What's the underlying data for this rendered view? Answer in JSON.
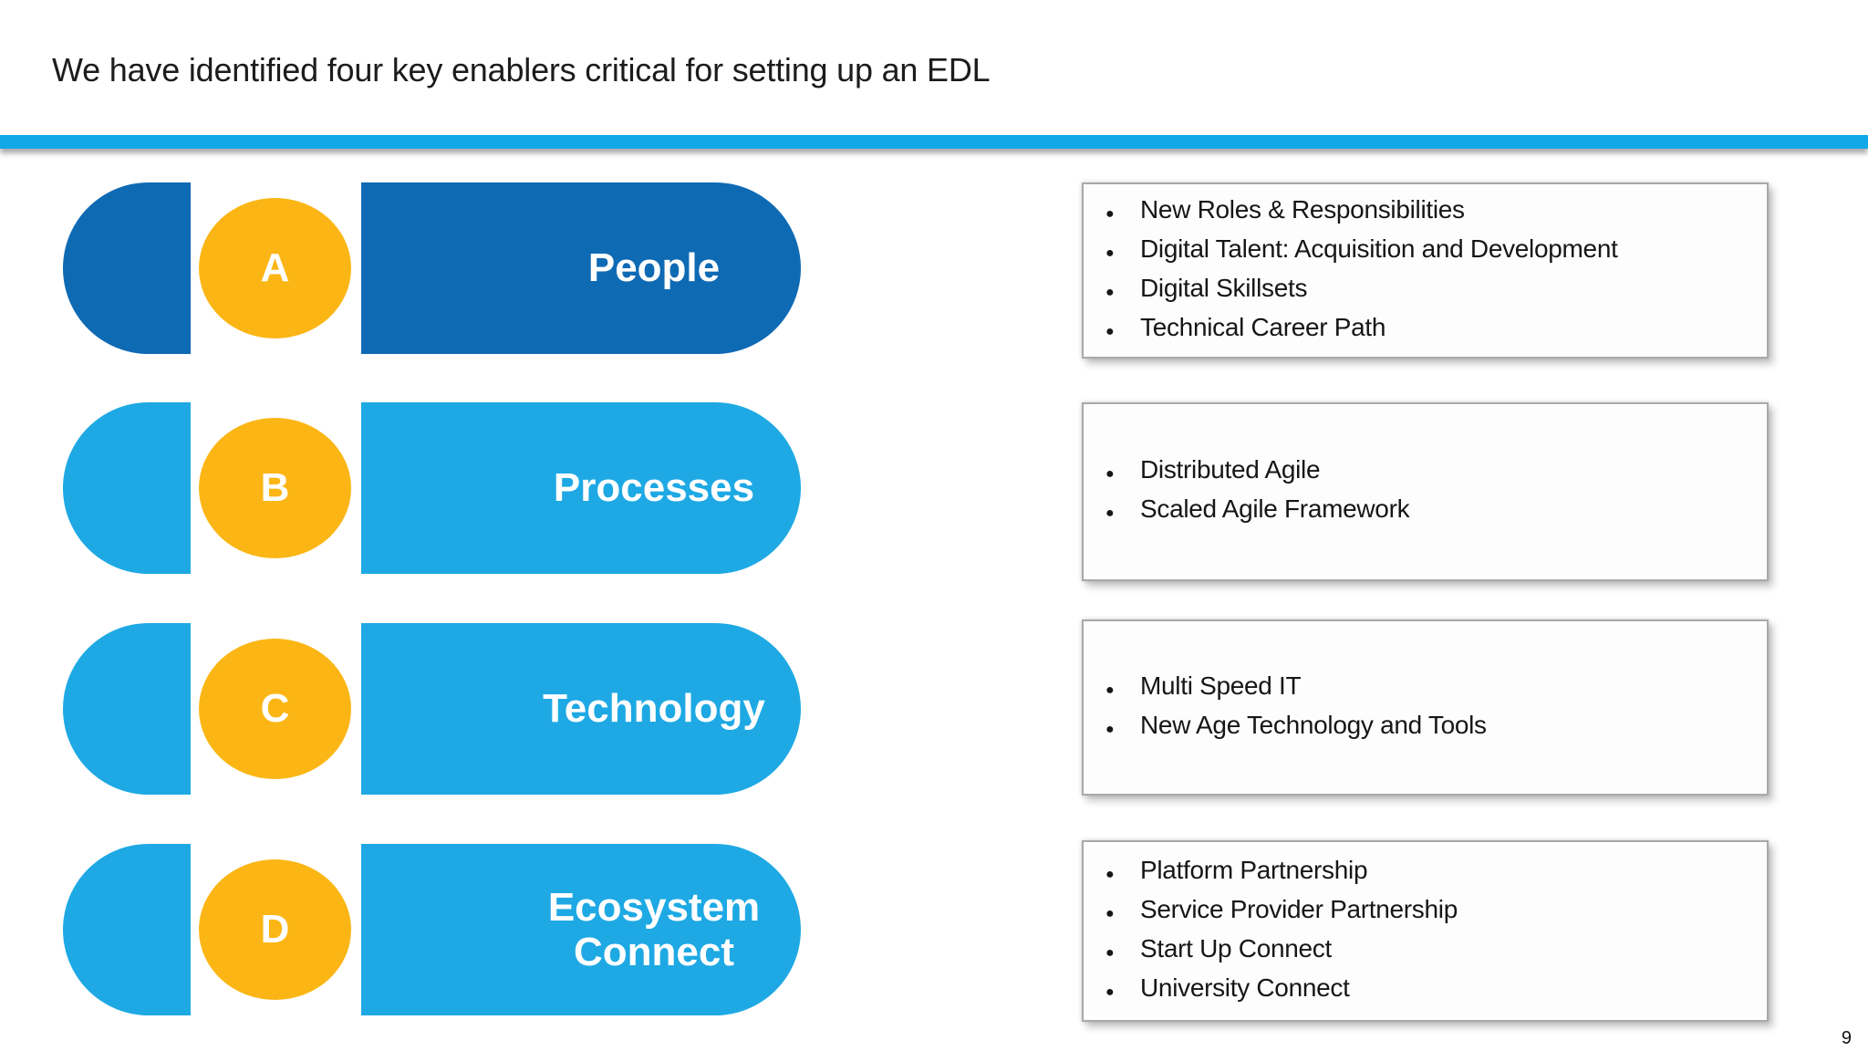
{
  "slide": {
    "title": "We have identified four key enablers critical for setting up an EDL",
    "page_number": "9"
  },
  "colors": {
    "accent_bar": "#12A8E8",
    "dark_blue": "#0F6AB4",
    "light_blue": "#1EA9E4",
    "badge_yellow": "#FBB615"
  },
  "enablers": [
    {
      "letter": "A",
      "label": "People",
      "color": "#0F6AB4",
      "bullets": [
        "New Roles & Responsibilities",
        "Digital Talent: Acquisition and Development",
        "Digital Skillsets",
        "Technical Career Path"
      ]
    },
    {
      "letter": "B",
      "label": "Processes",
      "color": "#1EA9E4",
      "bullets": [
        "Distributed Agile",
        "Scaled Agile Framework"
      ]
    },
    {
      "letter": "C",
      "label": "Technology",
      "color": "#1EA9E4",
      "bullets": [
        "Multi Speed IT",
        "New Age Technology and Tools"
      ]
    },
    {
      "letter": "D",
      "label": "Ecosystem Connect",
      "color": "#1EA9E4",
      "bullets": [
        "Platform Partnership",
        "Service Provider Partnership",
        "Start Up Connect",
        "University Connect"
      ]
    }
  ]
}
